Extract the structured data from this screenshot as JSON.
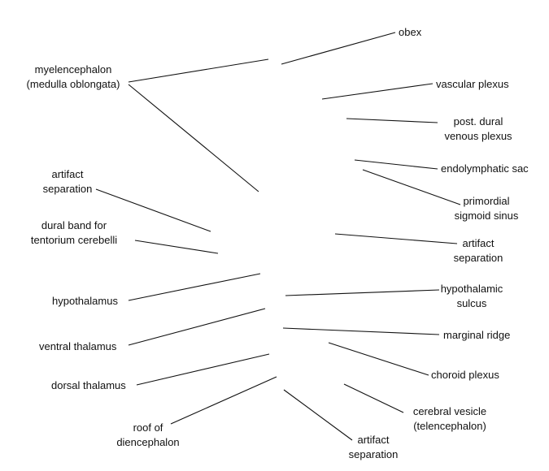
{
  "diagram": {
    "labels": {
      "obex": "obex",
      "myelencephalon": "myelencephalon\n(medulla oblongata)",
      "vascular_plexus": "vascular plexus",
      "post_dural": "post. dural\nvenous plexus",
      "endolymphatic_sac": "endolymphatic sac",
      "primordial_sigmoid_sinus": "primordial\nsigmoid sinus",
      "artifact_separation_left": "artifact\nseparation",
      "dural_band": "dural band for\ntentorium cerebelli",
      "artifact_separation_right": "artifact\nseparation",
      "hypothalamus": "hypothalamus",
      "hypothalamic_sulcus": "hypothalamic\nsulcus",
      "ventral_thalamus": "ventral thalamus",
      "marginal_ridge": "marginal ridge",
      "dorsal_thalamus": "dorsal thalamus",
      "choroid_plexus": "choroid plexus",
      "roof_of_diencephalon": "roof of\ndiencephalon",
      "cerebral_vesicle": "cerebral vesicle\n(telencephalon)",
      "artifact_separation_bottom": "artifact\nseparation"
    }
  }
}
